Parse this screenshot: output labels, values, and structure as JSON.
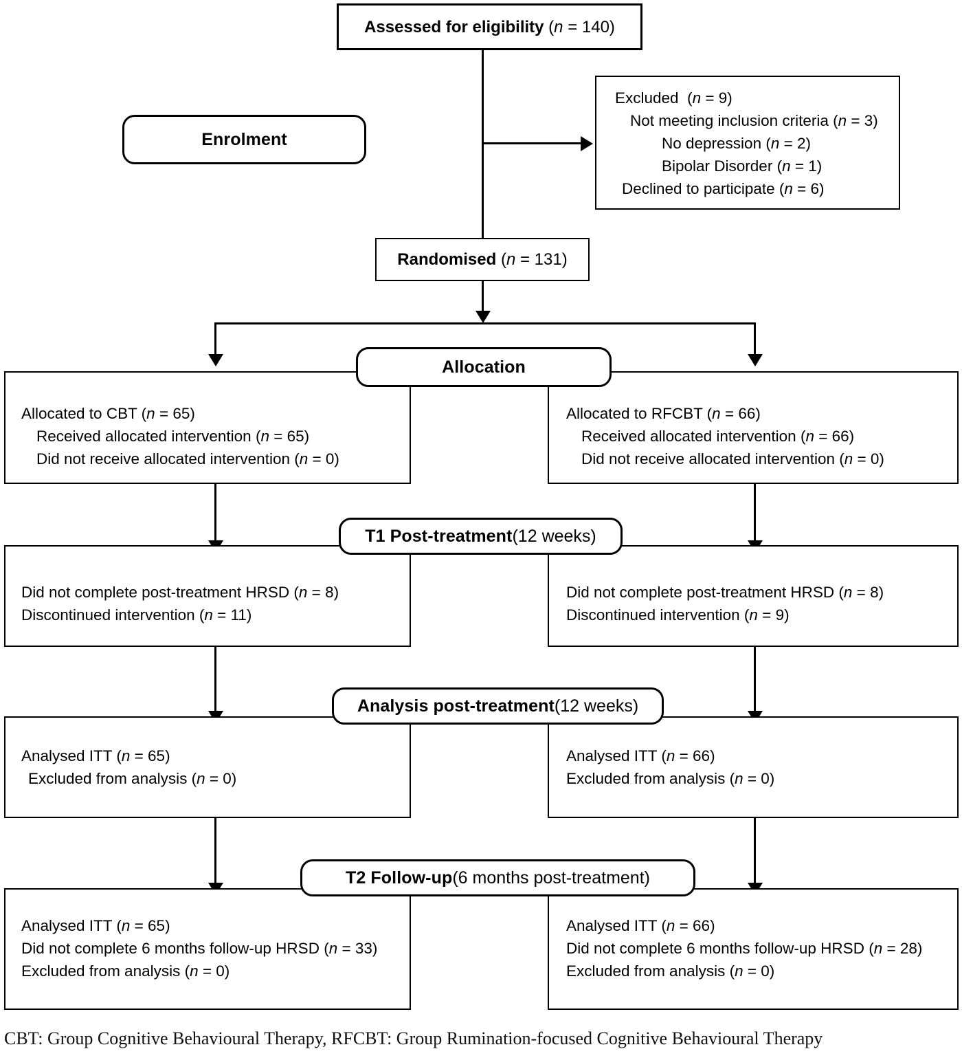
{
  "diagram": {
    "type": "consort-flow-diagram",
    "title_box": {
      "label_bold": "Assessed for eligibility",
      "label_rest": " (n = 140)"
    },
    "stage_labels": {
      "enrolment": "Enrolment",
      "allocation": "Allocation",
      "t1": {
        "bold": "T1 Post-treatment",
        "rest": " (12 weeks)"
      },
      "analysis": {
        "bold": "Analysis post-treatment",
        "rest": " (12 weeks)"
      },
      "t2": {
        "bold": "T2 Follow-up",
        "rest": " (6 months post-treatment)"
      }
    },
    "excluded_box": {
      "l1": "Excluded  (n = 9)",
      "l2": "Not meeting inclusion criteria (n = 3)",
      "l3": "No depression (n = 2)",
      "l4": "Bipolar Disorder (n = 1)",
      "l5": "Declined to participate (n = 6)"
    },
    "randomised_box": {
      "label_bold": "Randomised",
      "label_rest": " (n = 131)"
    },
    "allocation_left": {
      "l1": "Allocated to CBT (n = 65)",
      "l2": "Received allocated intervention (n = 65)",
      "l3": "Did not receive allocated intervention (n = 0)"
    },
    "allocation_right": {
      "l1": "Allocated to RFCBT (n = 66)",
      "l2": "Received allocated intervention (n = 66)",
      "l3": "Did not receive allocated intervention (n = 0)"
    },
    "t1_left": {
      "l1": "Did not complete post-treatment HRSD (n = 8)",
      "l2": "Discontinued intervention (n = 11)"
    },
    "t1_right": {
      "l1": "Did not complete post-treatment HRSD (n = 8)",
      "l2": "Discontinued intervention (n = 9)"
    },
    "analysis_left": {
      "l1": "Analysed ITT (n = 65)",
      "l2": "Excluded from analysis (n = 0)"
    },
    "analysis_right": {
      "l1": "Analysed ITT (n = 66)",
      "l2": "Excluded from analysis (n = 0)"
    },
    "t2_left": {
      "l1": "Analysed ITT (n = 65)",
      "l2": "Did not complete 6 months follow-up HRSD (n = 33)",
      "l3": "Excluded from analysis (n = 0)"
    },
    "t2_right": {
      "l1": "Analysed ITT (n = 66)",
      "l2": "Did not complete 6 months follow-up HRSD (n = 28)",
      "l3": "Excluded from analysis (n = 0)"
    },
    "footnote": "CBT: Group Cognitive Behavioural Therapy, RFCBT: Group Rumination-focused Cognitive Behavioural Therapy",
    "colors": {
      "line": "#000000",
      "background": "#ffffff"
    }
  },
  "chart_data": {
    "type": "table",
    "title": "CONSORT participant flow",
    "nodes": [
      {
        "stage": "Enrolment",
        "label": "Assessed for eligibility",
        "n": 140
      },
      {
        "stage": "Enrolment",
        "label": "Excluded",
        "n": 9
      },
      {
        "stage": "Enrolment",
        "label": "Not meeting inclusion criteria",
        "n": 3
      },
      {
        "stage": "Enrolment",
        "label": "No depression",
        "n": 2
      },
      {
        "stage": "Enrolment",
        "label": "Bipolar Disorder",
        "n": 1
      },
      {
        "stage": "Enrolment",
        "label": "Declined to participate",
        "n": 6
      },
      {
        "stage": "Enrolment",
        "label": "Randomised",
        "n": 131
      },
      {
        "stage": "Allocation",
        "arm": "CBT",
        "label": "Allocated to CBT",
        "n": 65
      },
      {
        "stage": "Allocation",
        "arm": "CBT",
        "label": "Received allocated intervention",
        "n": 65
      },
      {
        "stage": "Allocation",
        "arm": "CBT",
        "label": "Did not receive allocated intervention",
        "n": 0
      },
      {
        "stage": "Allocation",
        "arm": "RFCBT",
        "label": "Allocated to RFCBT",
        "n": 66
      },
      {
        "stage": "Allocation",
        "arm": "RFCBT",
        "label": "Received allocated intervention",
        "n": 66
      },
      {
        "stage": "Allocation",
        "arm": "RFCBT",
        "label": "Did not receive allocated intervention",
        "n": 0
      },
      {
        "stage": "T1 Post-treatment (12 weeks)",
        "arm": "CBT",
        "label": "Did not complete post-treatment HRSD",
        "n": 8
      },
      {
        "stage": "T1 Post-treatment (12 weeks)",
        "arm": "CBT",
        "label": "Discontinued intervention",
        "n": 11
      },
      {
        "stage": "T1 Post-treatment (12 weeks)",
        "arm": "RFCBT",
        "label": "Did not complete post-treatment HRSD",
        "n": 8
      },
      {
        "stage": "T1 Post-treatment (12 weeks)",
        "arm": "RFCBT",
        "label": "Discontinued intervention",
        "n": 9
      },
      {
        "stage": "Analysis post-treatment (12 weeks)",
        "arm": "CBT",
        "label": "Analysed ITT",
        "n": 65
      },
      {
        "stage": "Analysis post-treatment (12 weeks)",
        "arm": "CBT",
        "label": "Excluded from analysis",
        "n": 0
      },
      {
        "stage": "Analysis post-treatment (12 weeks)",
        "arm": "RFCBT",
        "label": "Analysed ITT",
        "n": 66
      },
      {
        "stage": "Analysis post-treatment (12 weeks)",
        "arm": "RFCBT",
        "label": "Excluded from analysis",
        "n": 0
      },
      {
        "stage": "T2 Follow-up (6 months post-treatment)",
        "arm": "CBT",
        "label": "Analysed ITT",
        "n": 65
      },
      {
        "stage": "T2 Follow-up (6 months post-treatment)",
        "arm": "CBT",
        "label": "Did not complete 6 months follow-up HRSD",
        "n": 33
      },
      {
        "stage": "T2 Follow-up (6 months post-treatment)",
        "arm": "CBT",
        "label": "Excluded from analysis",
        "n": 0
      },
      {
        "stage": "T2 Follow-up (6 months post-treatment)",
        "arm": "RFCBT",
        "label": "Analysed ITT",
        "n": 66
      },
      {
        "stage": "T2 Follow-up (6 months post-treatment)",
        "arm": "RFCBT",
        "label": "Did not complete 6 months follow-up HRSD",
        "n": 28
      },
      {
        "stage": "T2 Follow-up (6 months post-treatment)",
        "arm": "RFCBT",
        "label": "Excluded from analysis",
        "n": 0
      }
    ]
  }
}
